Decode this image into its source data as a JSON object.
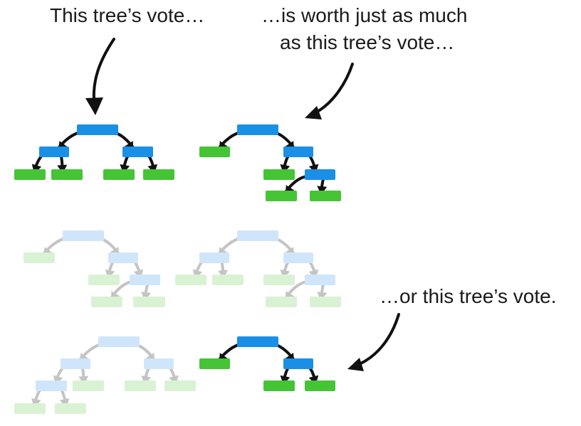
{
  "captions": {
    "first": "This tree’s vote…",
    "second_line1": "…is worth just as much",
    "second_line2": "as this tree’s vote…",
    "third": "…or this tree’s vote."
  },
  "colors": {
    "node_blue": "#1a8fe6",
    "leaf_green": "#45c436",
    "faded_blue": "#cfe5fa",
    "faded_green": "#d9f2d3",
    "edge_dark": "#111111",
    "edge_faded": "#c4c4c4",
    "arrow": "#111111"
  },
  "trees": [
    {
      "id": "tree-1",
      "highlighted": true
    },
    {
      "id": "tree-2",
      "highlighted": true
    },
    {
      "id": "tree-3",
      "highlighted": false
    },
    {
      "id": "tree-4",
      "highlighted": false
    },
    {
      "id": "tree-5",
      "highlighted": false
    },
    {
      "id": "tree-6",
      "highlighted": true
    }
  ]
}
